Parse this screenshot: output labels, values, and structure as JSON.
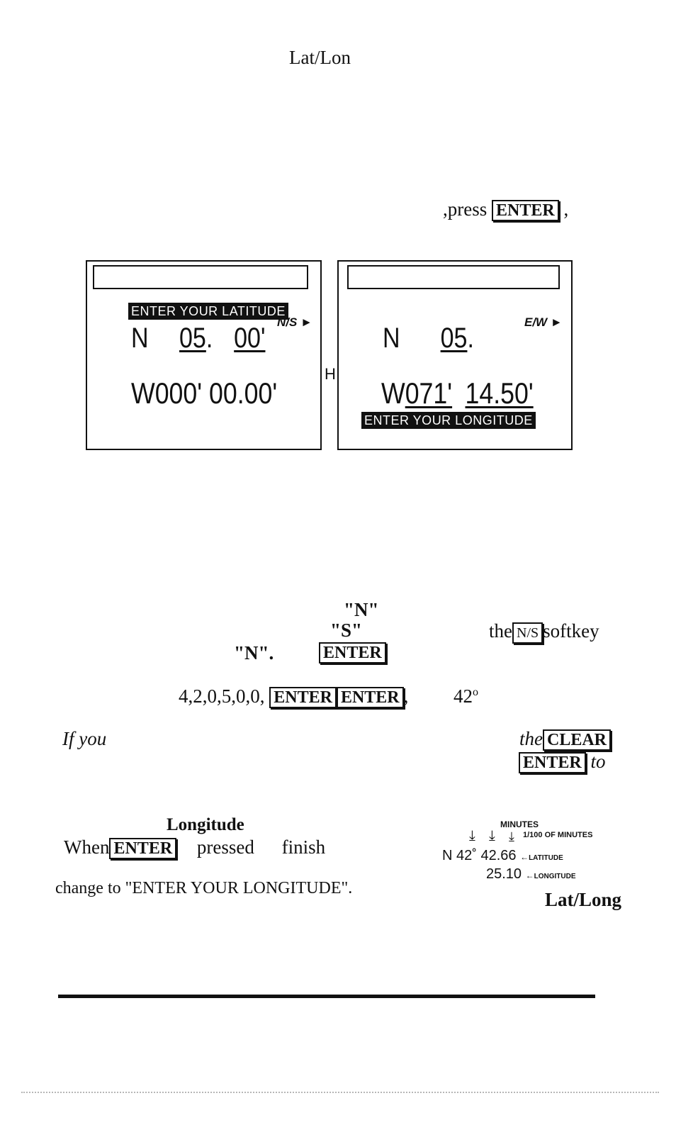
{
  "header": {
    "title": "Lat/Lon"
  },
  "press_line": {
    "prefix": ",press",
    "key": "ENTER",
    "suffix": ","
  },
  "screen_left": {
    "banner": "ENTER YOUR LATITUDE",
    "softkey": "N/S",
    "lat_hemisphere": "N",
    "lat_deg": "05",
    "lat_min": "00'",
    "lon": "W000' 00.00'"
  },
  "separator_mark": "H",
  "screen_right": {
    "softkey": "E/W",
    "lat_hemisphere": "N",
    "lat_deg": "05",
    "lon_hemisphere": "W",
    "lon_deg": "071'",
    "lon_min": "14.50'",
    "banner": "ENTER YOUR LONGITUDE"
  },
  "steps": {
    "n_quote": "\"N\"",
    "s_quote": "\"S\"",
    "the": "the",
    "ns_key": "N/S",
    "softkey": "softkey",
    "n_quote2": "\"N\".",
    "enter_key": "ENTER",
    "digits": "4,2,0,5,0,0,",
    "enter_key2": "ENTER",
    "enter_key3": "ENTER",
    "comma": ",",
    "degrees": "42",
    "deg_sup": "o"
  },
  "note": {
    "ifyou": "If you",
    "the": "the",
    "clear_key": "CLEAR",
    "enter_key": "ENTER",
    "to": "to"
  },
  "longitude": {
    "heading": "Longitude",
    "when": "When",
    "enter_key": "ENTER",
    "pressed": "pressed",
    "finish": "finish",
    "change_to": "change to  \"ENTER YOUR LONGITUDE\".",
    "latlong": "Lat/Long"
  },
  "legend": {
    "minutes": "MINUTES",
    "hundredths": "1/100 OF MINUTES",
    "lat_prefix": "N  42˚ 42.66",
    "latitude_label": "LATITUDE",
    "lon_value": "25.10",
    "longitude_label": "LONGITUDE"
  }
}
